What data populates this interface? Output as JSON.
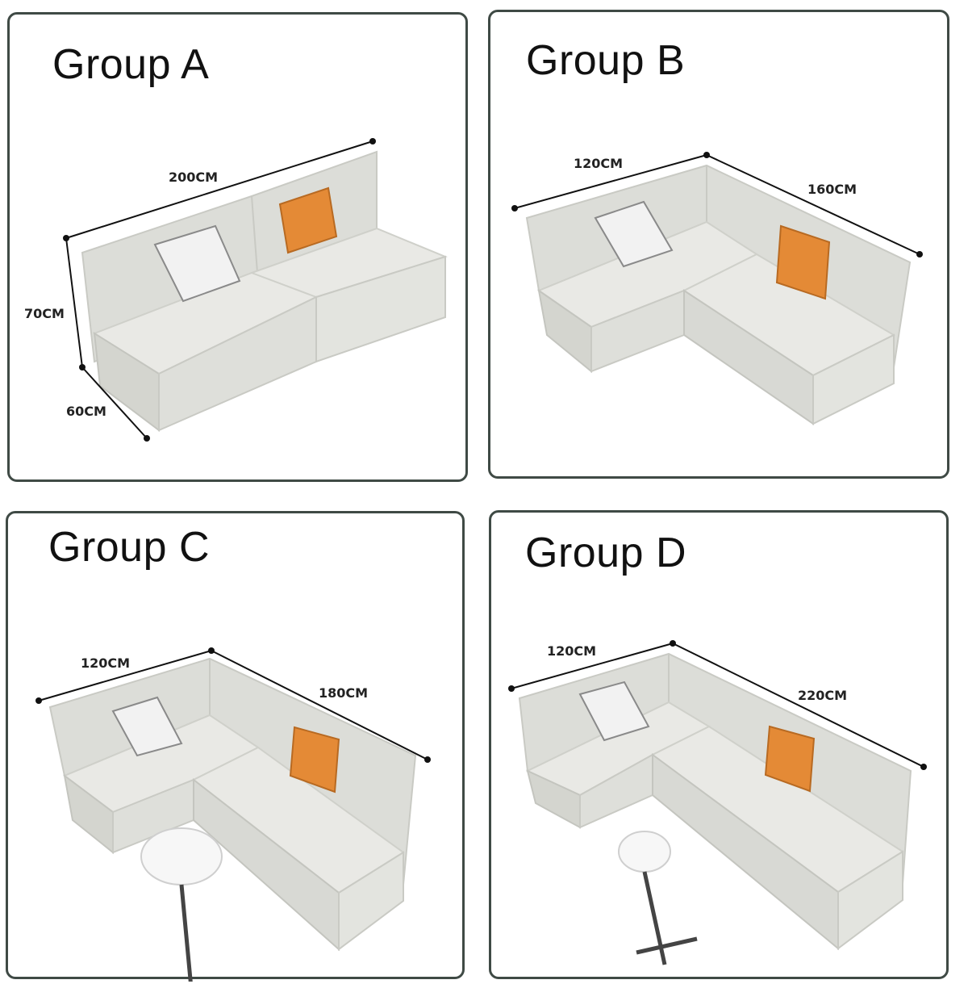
{
  "groups": [
    {
      "title": "Group A",
      "dims": {
        "length": "200CM",
        "height": "70CM",
        "depth": "60CM"
      }
    },
    {
      "title": "Group B",
      "dims": {
        "short_side": "120CM",
        "long_side": "160CM"
      }
    },
    {
      "title": "Group C",
      "dims": {
        "short_side": "120CM",
        "long_side": "180CM"
      }
    },
    {
      "title": "Group D",
      "dims": {
        "short_side": "120CM",
        "long_side": "220CM"
      }
    }
  ],
  "colors": {
    "sofa_light": "#e9e9e5",
    "sofa_mid": "#d8d9d4",
    "sofa_shadow": "#c9cac4",
    "pillow_orange": "#e48a36",
    "pillow_pattern": "#f2f2f2",
    "panel_border": "#3f4a45"
  }
}
